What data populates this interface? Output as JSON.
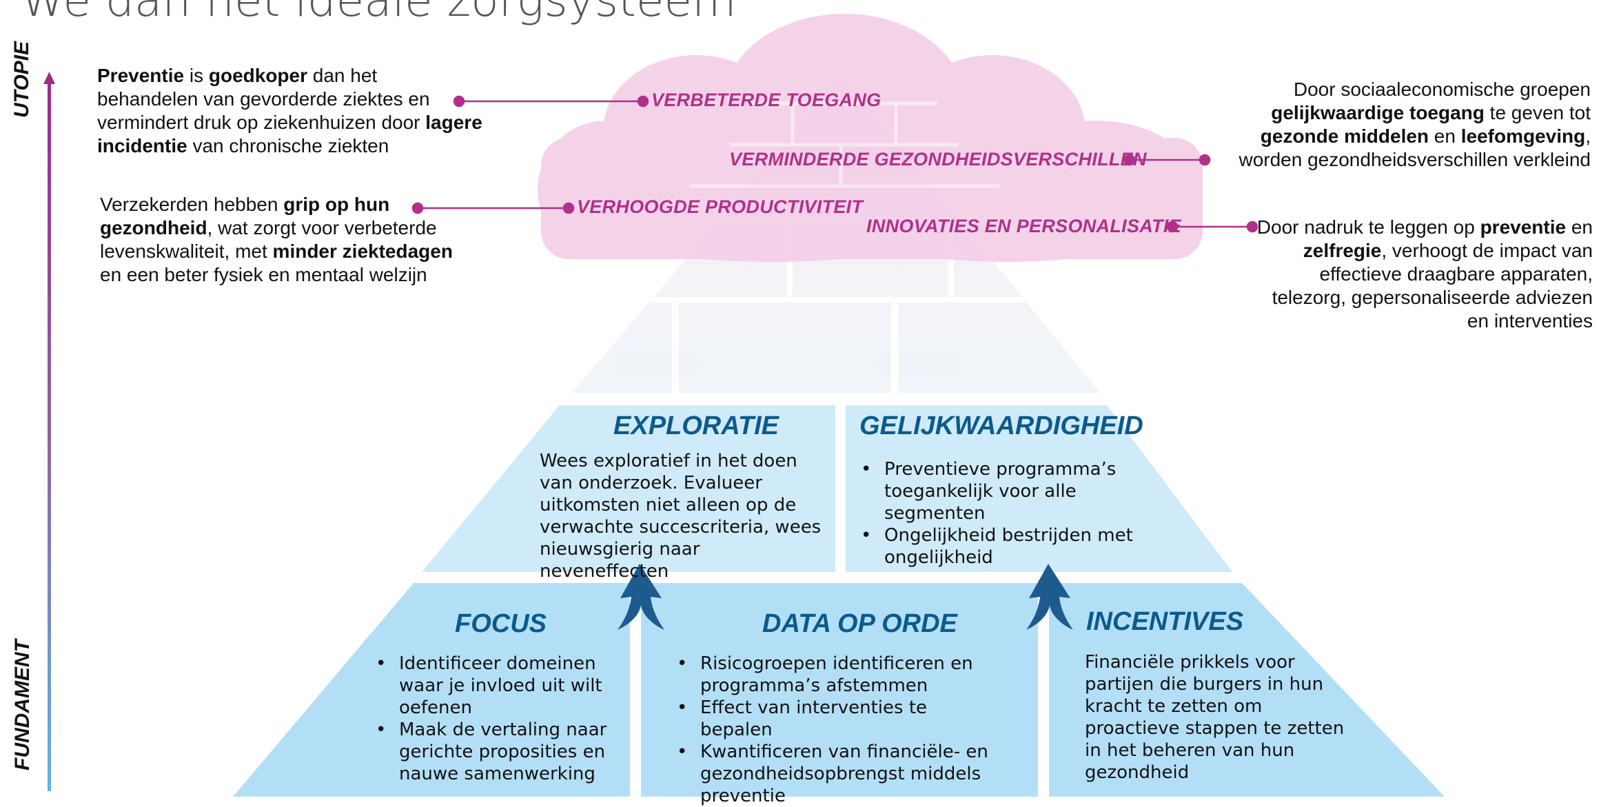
{
  "title": "We dan het ideale zorgsysteem",
  "axis": {
    "top_label": "UTOPIE",
    "bottom_label": "FUNDAMENT"
  },
  "colors": {
    "magenta": "#b0308a",
    "cloud": "#f3cce6",
    "title_blue": "#0b5a8e",
    "block_mid": "#cfeaf8",
    "block_base": "#b3dff6"
  },
  "benefits": {
    "toegang": "VERBETERDE TOEGANG",
    "gezondheidsverschillen": "VERMINDERDE GEZONDHEIDSVERSCHILLEN",
    "productiviteit": "VERHOOGDE PRODUCTIVITEIT",
    "innovaties": "INNOVATIES EN PERSONALISATIE"
  },
  "notes": {
    "preventie": {
      "b1": "Preventie",
      "t1": " is ",
      "b2": "goedkoper",
      "t2": " dan het behandelen van gevorderde ziektes en vermindert druk op ziekenhuizen door ",
      "b3": "lagere incidentie",
      "t3": " van chronische ziekten"
    },
    "verzekerden": {
      "t1": "Verzekerden hebben ",
      "b1": "grip op hun gezondheid",
      "t2": ", wat zorgt voor verbeterde levenskwaliteit, met ",
      "b2": "minder ziektedagen",
      "t3": " en een beter fysiek en mentaal welzijn"
    },
    "sociaal": {
      "t1": "Door sociaaleconomische groepen ",
      "b1": "gelijkwaardige toegang",
      "t2": " te geven tot ",
      "b2": "gezonde middelen",
      "t3": " en ",
      "b3": "leefomgeving",
      "t4": ", worden gezondheidsverschillen verkleind"
    },
    "nadruk": {
      "t1": "Door nadruk te leggen op ",
      "b1": "preventie",
      "t2": " en ",
      "b2": "zelfregie",
      "t3": ", verhoogt de impact van effectieve draagbare apparaten, telezorg, gepersonaliseerde adviezen en interventies"
    }
  },
  "blocks": {
    "exploratie": {
      "title": "EXPLORATIE",
      "text": "Wees exploratief in het doen van onderzoek. Evalueer uitkomsten niet alleen op de verwachte succescriteria, wees nieuwsgierig naar neveneffecten"
    },
    "gelijkwaardigheid": {
      "title": "GELIJKWAARDIGHEID",
      "items": [
        "Preventieve programma’s toegankelijk voor alle segmenten",
        "Ongelijkheid bestrijden met ongelijkheid"
      ]
    },
    "focus": {
      "title": "FOCUS",
      "items": [
        "Identificeer domeinen waar je invloed uit wilt oefenen",
        "Maak de vertaling naar gerichte proposities en nauwe samenwerking"
      ]
    },
    "data": {
      "title": "DATA OP ORDE",
      "items": [
        "Risicogroepen identificeren en programma’s afstemmen",
        "Effect van interventies te bepalen",
        "Kwantificeren van financiële- en gezondheidsopbrengst middels preventie"
      ]
    },
    "incentives": {
      "title": "INCENTIVES",
      "text": "Financiële prikkels voor partijen die burgers in hun kracht te zetten om proactieve stappen te zetten in het beheren van hun gezondheid"
    }
  }
}
